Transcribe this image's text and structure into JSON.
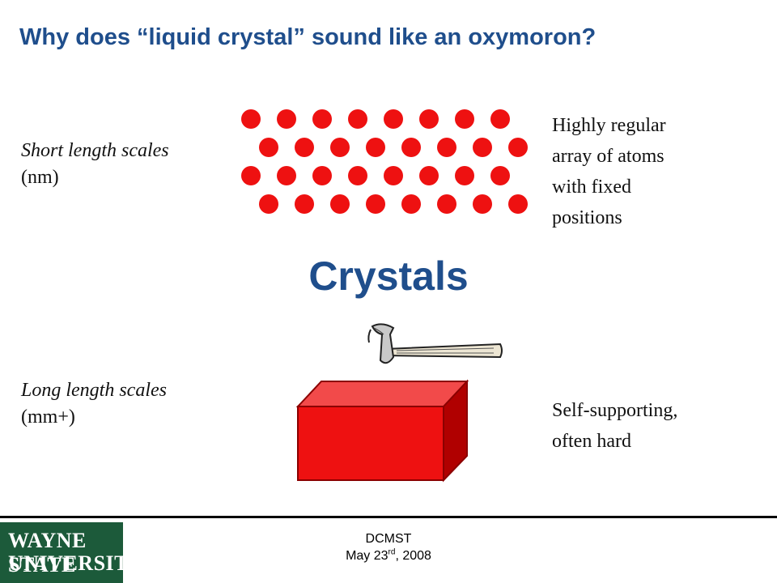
{
  "slide": {
    "title": "Why does “liquid crystal” sound like an oxymoron?",
    "heading": "Crystals"
  },
  "short_scale": {
    "label_line1": "Short length scales",
    "label_line2": "(nm)",
    "description": [
      "Highly regular",
      "array of atoms",
      "with fixed",
      "positions"
    ]
  },
  "long_scale": {
    "label_line1": "Long length scales",
    "label_line2": "(mm+)",
    "description": [
      "Self-supporting,",
      "often hard"
    ]
  },
  "lattice": {
    "rows": 4,
    "atoms_per_row": 8,
    "atom_color": "#EE1111"
  },
  "footer": {
    "logo_line1": "WAYNE STATE",
    "logo_line2": "UNIVERSITY",
    "event": "DCMST",
    "date_prefix": "May 23",
    "date_sup": "rd",
    "date_suffix": ", 2008"
  },
  "colors": {
    "title": "#1F4E8C",
    "block_front": "#EE1111",
    "block_top": "#F24A4A",
    "block_side": "#B00000",
    "logo_bg": "#1C5A3A"
  },
  "icons": [
    "hammer-icon",
    "crystal-block-icon",
    "university-logo-icon"
  ]
}
